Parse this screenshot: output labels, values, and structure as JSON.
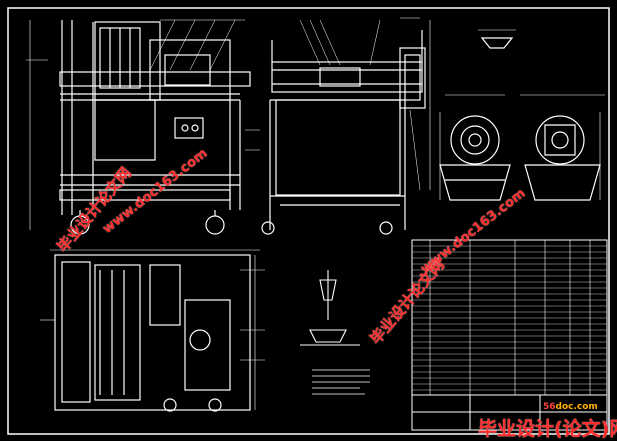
{
  "drawing": {
    "background": "#000000",
    "line_color": "#ffffff",
    "accent_color": "#ff2a2a"
  },
  "watermarks": {
    "brand_cn": "毕业设计论文网",
    "url": "www.doc163.com",
    "bottom_brand": "毕业设计(论文)网",
    "site_prefix": "56",
    "site_suffix": "doc.com"
  }
}
